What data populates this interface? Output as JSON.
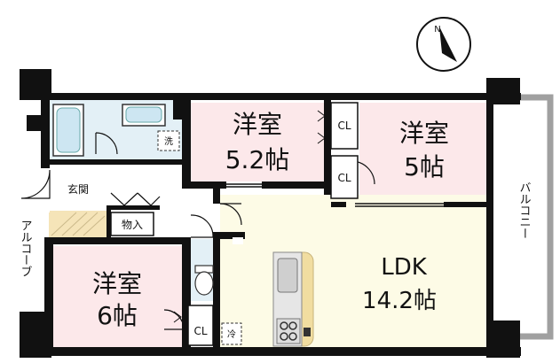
{
  "rooms": {
    "western1": {
      "name": "洋室",
      "size": "5.2帖"
    },
    "western2": {
      "name": "洋室",
      "size": "5帖"
    },
    "western3": {
      "name": "洋室",
      "size": "6帖"
    },
    "ldk": {
      "name": "LDK",
      "size": "14.2帖"
    }
  },
  "labels": {
    "closet": "CL",
    "entrance": "玄関",
    "storage": "物入",
    "washer": "洗",
    "fridge": "冷",
    "balcony": "バルコニー",
    "alcove": "アルコーブ",
    "north": "N"
  },
  "colors": {
    "wall": "#111111",
    "western_room": "#fce8ea",
    "ldk_floor": "#fdfbe6",
    "wet_area": "#e3f0f6",
    "entrance_tile": "#f5e4b8",
    "counter": "#f1dda0"
  }
}
